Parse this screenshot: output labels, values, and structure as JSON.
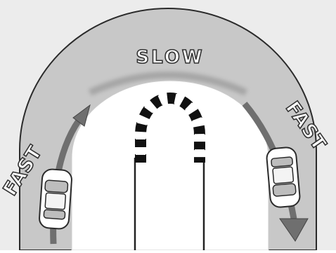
{
  "labels": {
    "top": "SLOW",
    "left": "FAST",
    "right": "FAST"
  },
  "colors": {
    "background": "#ececec",
    "road": "#c8c8c8",
    "inner": "#ffffff",
    "stripe_dark": "#111111",
    "stripe_light": "#ffffff",
    "arrow": "#6f6f6f",
    "car_body": "#ffffff",
    "car_outline": "#2a2a2a",
    "text_outline": "#333333"
  },
  "icons": [
    "curve-road",
    "checkered-barrier",
    "arrow",
    "car"
  ]
}
